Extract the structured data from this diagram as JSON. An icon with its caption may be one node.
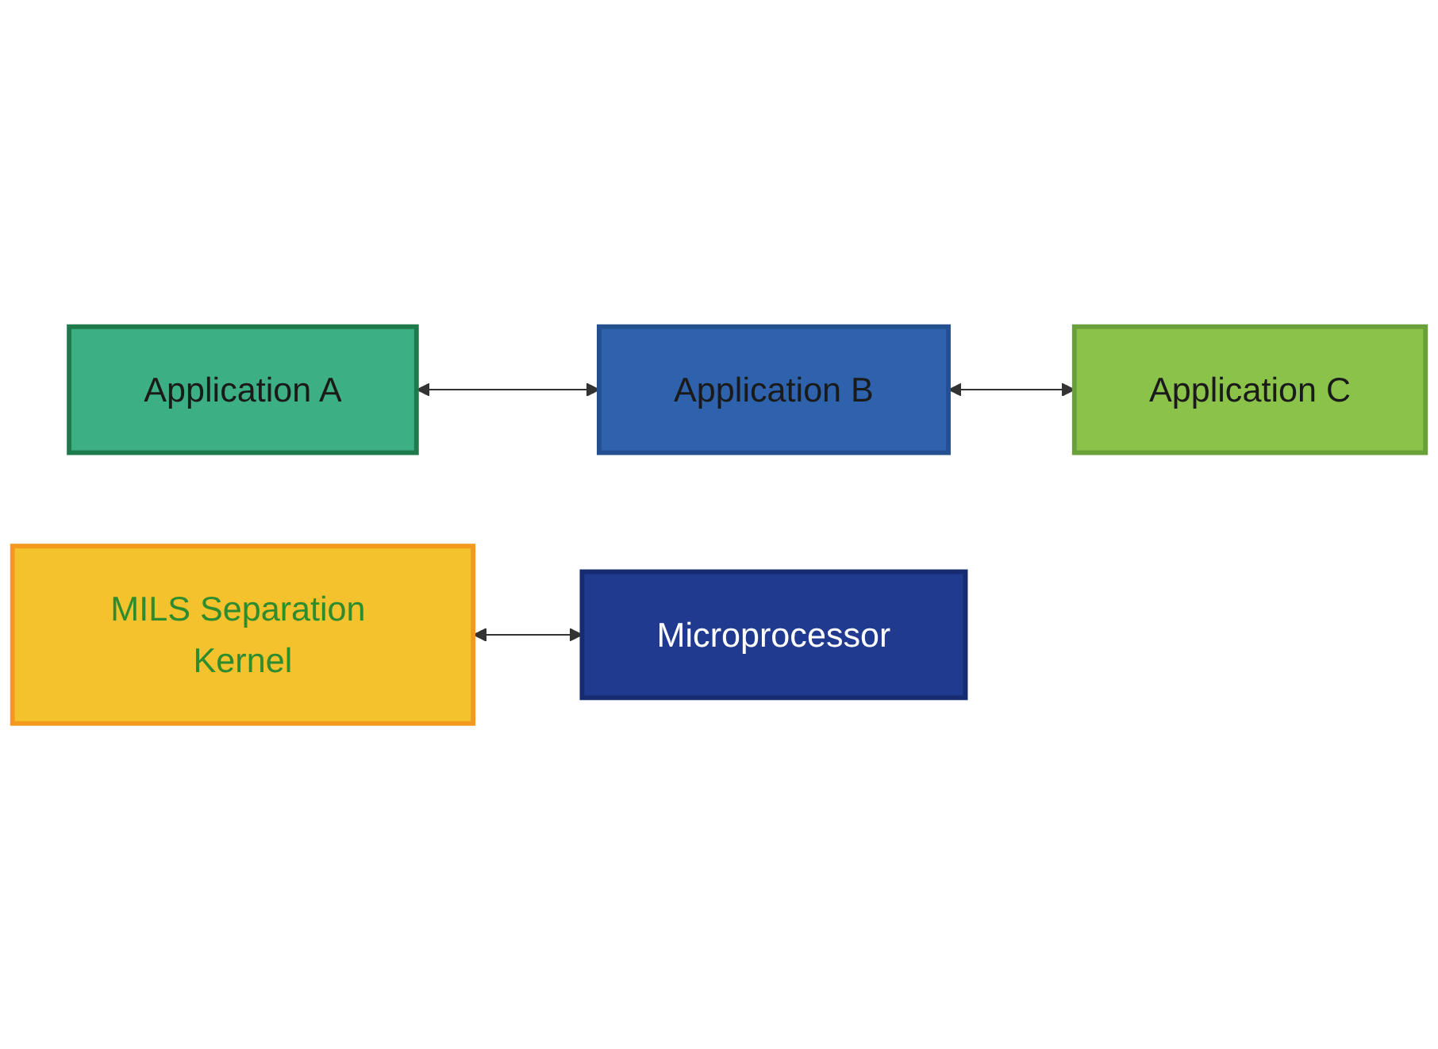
{
  "diagram": {
    "nodes": [
      {
        "text": [
          "Application A"
        ]
      },
      {
        "text": [
          "Application B"
        ]
      },
      {
        "text": [
          "Application C"
        ]
      },
      {
        "text": [
          "MILS Separation Kernel"
        ]
      },
      {
        "text": [
          "Microprocessor"
        ]
      }
    ],
    "edges": [
      {
        "from": 0,
        "to": 1,
        "arrow": "both"
      },
      {
        "from": 1,
        "to": 2,
        "arrow": "both"
      },
      {
        "from": 3,
        "to": 4,
        "arrow": "both"
      }
    ]
  }
}
